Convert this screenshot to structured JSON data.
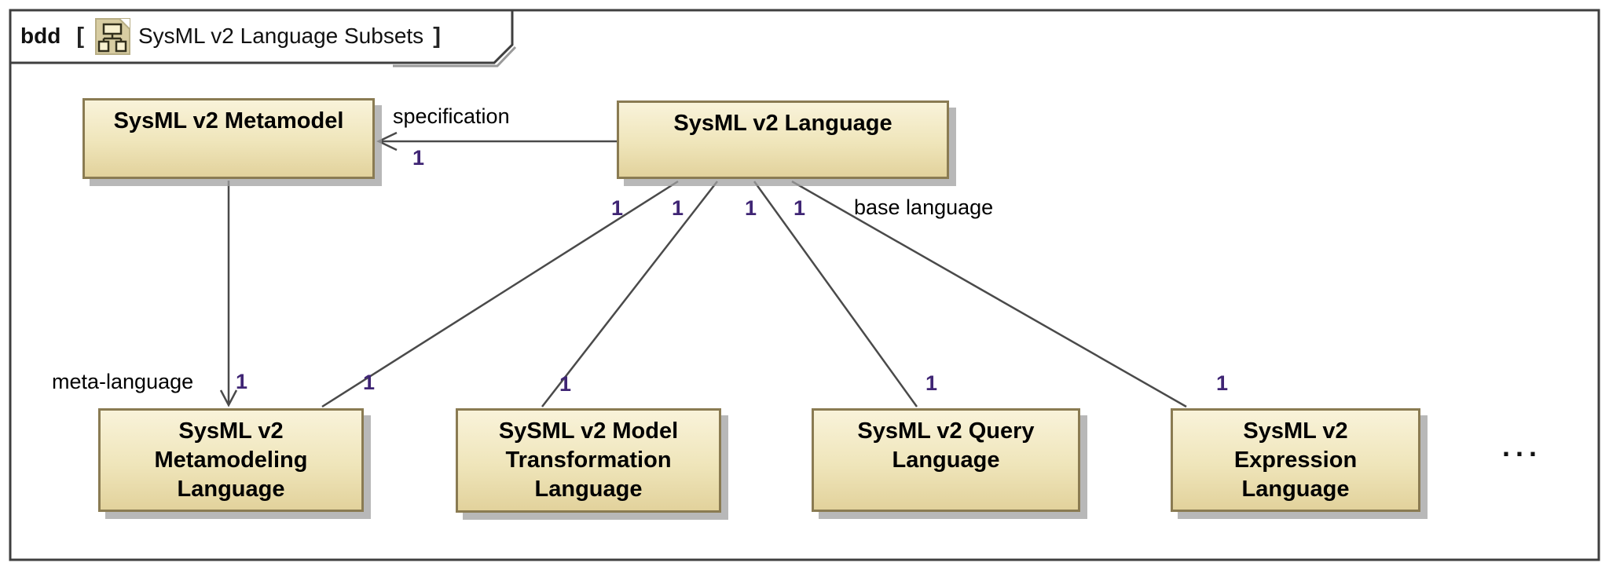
{
  "frame": {
    "kind_label": "bdd",
    "bracket_open": "[",
    "bracket_close": "]",
    "diagram_title": "SysML v2 Language Subsets",
    "icon": "bdd-diagram-icon"
  },
  "blocks": [
    {
      "id": "sysml-v2-metamodel",
      "label": "SysML v2 Metamodel"
    },
    {
      "id": "sysml-v2-language",
      "label": "SysML v2 Language"
    },
    {
      "id": "sysml-v2-metamodeling-language",
      "label": "SysML v2\nMetamodeling\nLanguage"
    },
    {
      "id": "sysml-v2-model-transformation-language",
      "label": "SySML v2 Model\nTransformation\nLanguage"
    },
    {
      "id": "sysml-v2-query-language",
      "label": "SysML v2 Query\nLanguage"
    },
    {
      "id": "sysml-v2-expression-language",
      "label": "SysML v2\nExpression\nLanguage"
    }
  ],
  "connectors": {
    "specification": {
      "label": "specification",
      "multiplicity": "1"
    },
    "meta_language": {
      "label": "meta-language",
      "multiplicity": "1"
    },
    "base_language": {
      "label": "base language"
    },
    "source_multiplicities": [
      "1",
      "1",
      "1",
      "1"
    ],
    "target_multiplicities": [
      "1",
      "1",
      "1",
      "1"
    ]
  },
  "ellipsis": "...",
  "appearance": {
    "block_fill_top": "#f9f3da",
    "block_fill_bottom": "#e2d29c",
    "block_border": "#8a7b52",
    "block_shadow": "#a0a0a0",
    "line_color": "#4a4a4a",
    "multiplicity_color": "#3f2574",
    "frame_border": "#3f3f3f",
    "tab_fill": "#ffffff",
    "icon_fill": "#d8cda2"
  }
}
